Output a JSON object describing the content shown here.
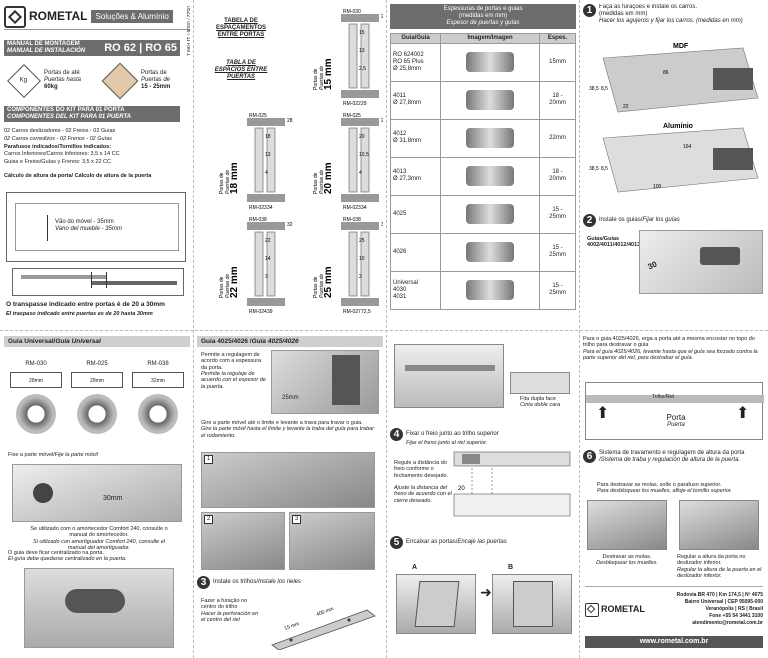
{
  "cover": {
    "brand": "ROMETAL",
    "tagline": "Soluções & Alumínio",
    "side_code": "0522 / 0808 / 11 Rev.1",
    "manual_pt": "MANUAL DE MONTAGEM",
    "manual_es": "MANUAL DE INSTALACIÓN",
    "model": "RO 62 | RO 65",
    "badge_kg": "Kg",
    "weight_pt": "Portas de até",
    "weight_es": "Puertas hasta",
    "weight_val": "60kg",
    "thick_pt": "Portas de",
    "thick_es": "Puertas de",
    "thick_val": "15 - 25mm",
    "kit_title_pt": "COMPONENTES DO KIT PARA 01 PORTA",
    "kit_title_es": "COMPONENTES DEL KIT PARA 01 PUERTA",
    "kit_items": [
      "02 Carros deslizadores - 02 Freios - 02 Guias",
      "02 Carros corredizos - 02 Frenos - 02 Guías",
      "Parafusos indicados/Tornillos indicados:",
      "Carros Inferiores/Carros Inferiores: 3,5 x 14 CC",
      "Guias e Freios/Guías y Frenos: 3,5 x 22 CC"
    ],
    "calc_title": "Cálculo de altura da porta/ Cálculo de altura de la puerta",
    "vao_pt": "Vão do móvel - 35mm",
    "vao_es": "Vano del mueble - 35mm",
    "transpasse_pt": "O transpasse indicado entre portas é de 20 a 30mm",
    "transpasse_es": "El traspaso indicado entre puertas es de 20 hasta 30mm"
  },
  "spacing": {
    "title_pt": "TABELA DE ESPAÇAMENTOS ENTRE PORTAS",
    "title_es": "TABLA DE ESPACIOS ENTRE PUERTAS",
    "diagrams": [
      {
        "top": "RM-030",
        "bottom": "RM-022",
        "size": "15 mm",
        "dims": [
          "28",
          "15",
          "13",
          "2,5"
        ],
        "base": "29"
      },
      {
        "top": "RM-025",
        "bottom": "RM-023",
        "size": "18 mm",
        "dims": [
          "28",
          "18",
          "13",
          "4"
        ],
        "base": "34"
      },
      {
        "top": "RM-025",
        "bottom": "RM-023",
        "size": "20 mm",
        "dims": [
          "28",
          "20",
          "10,5",
          "4"
        ],
        "base": "34"
      },
      {
        "top": "RM-038",
        "bottom": "RM-024",
        "size": "22 mm",
        "dims": [
          "32",
          "22",
          "14",
          "3"
        ],
        "base": "39"
      },
      {
        "top": "RM-038",
        "bottom": "RM-027",
        "size": "25 mm",
        "dims": [
          "32",
          "25",
          "10",
          "2"
        ],
        "base": "72,5"
      }
    ],
    "portas_pt": "Portas de",
    "portas_es": "Puertas de"
  },
  "thickness": {
    "title_pt": "Espessuras de portas e guias",
    "title_es": "(medidas em mm)",
    "subtitle_es": "Espesor de puertas y guías",
    "headers": [
      "Guia/Guía",
      "Imagem/Imagen",
      "Espes."
    ],
    "rows": [
      {
        "guide": "RO 624002\nRO 65 Plus\nØ 25,8mm",
        "thick": "15mm"
      },
      {
        "guide": "4011\nØ 27,8mm",
        "thick": "18 -\n20mm"
      },
      {
        "guide": "4012\nØ 31,8mm",
        "thick": "22mm"
      },
      {
        "guide": "4013\nØ 27,3mm",
        "thick": "18 -\n20mm"
      },
      {
        "guide": "4025",
        "thick": "15 -\n25mm"
      },
      {
        "guide": "4026",
        "thick": "15 -\n25mm"
      },
      {
        "guide": "Universal\n4030\n4031",
        "thick": "15 -\n25mm"
      }
    ]
  },
  "step1": {
    "num": "1",
    "text_pt": "Faça as furações e instale os carros.",
    "text_pt2": "(medidas em mm)",
    "text_es": "Hacer los agujeros y fijar los carros. (medidas en mm)",
    "mdf_label": "MDF",
    "mdf_dims": [
      "86",
      "22",
      "38,5",
      "8,5"
    ],
    "alu_label": "Alumínio",
    "alu_dims": [
      "164",
      "100",
      "38,5",
      "8,5"
    ]
  },
  "step2": {
    "num": "2",
    "text_pt": "Instale os guias/",
    "text_es": "Fijar los guías",
    "guides_label": "Guias/Guías",
    "guides_list": "4002/4011/4012/4013",
    "dim": "30"
  },
  "universal": {
    "title_pt": "Guia Universal/",
    "title_es": "Guía Universal",
    "labels": [
      "RM-030",
      "RM-025",
      "RM-038"
    ],
    "sizes": [
      "28mm",
      "28mm",
      "32mm"
    ],
    "fix_pt": "Fixe a parte móvel/",
    "fix_es": "Fije la parte móvil",
    "dim_30": "30mm",
    "comfort_pt": "Se utilizado com o amortecedor Comfort 240, consulte o manual do amortecedor.",
    "comfort_es": "Si utilizado con amortiguador Comfort 240, consulte el manual del amortiguador.",
    "center_pt": "O guia deve ficar centralizado na porta.",
    "center_es": "El guía debe quedarse centralizado en la puerta."
  },
  "guia4025": {
    "title_pt": "Guia 4025/4026 /",
    "title_es": "Guía 4025/4026",
    "desc_pt": "Permite a regulagem de acordo com a espessura da porta.",
    "desc_es": "Permite la regulaje de acuerdo con el espesor de la puerta.",
    "dim": "25mm",
    "turn_pt": "Gire a parte móvel até o limite e levante a trava para travar o guia.",
    "turn_es": "Gire la parte móvil hasta el límite y levante la traba del guía para trabar el rodamiento.",
    "steps": [
      "1",
      "2",
      "3"
    ]
  },
  "step3": {
    "num": "3",
    "text_pt": "Instale os trilhos/",
    "text_es": "Instale los rieles",
    "drill_pt": "Fazer a furação no centro do trilho",
    "drill_es": "Hacer la perforación en el centro del riel",
    "dims": [
      "15 mm",
      "400 mm"
    ]
  },
  "top_rail": {
    "tape_pt": "Fita dupla face",
    "tape_es": "Cinta doble cara"
  },
  "step4": {
    "num": "4",
    "text_pt": "Fixar o freio junto ao trilho superior",
    "text_es": "Fijar el freno junto al riel superior.",
    "adjust_pt": "Regule a distância do freio conforme o fechamento desejado.",
    "adjust_es": "Ajuste la distancia del freno de acuerdo con el cierre deseado.",
    "dim": "20"
  },
  "step5": {
    "num": "5",
    "text_pt": "Encaixar as portas/",
    "text_es": "Encaje las puertas",
    "labels": [
      "A",
      "B"
    ]
  },
  "guia_note": {
    "text_pt": "Para o guia 4025/4026, erga a porta até a mesma encostar no topo do trilho para destravar o guia",
    "text_es": "Para el guía 4025/4026, levante hasta que el guía sea forzado contra la parte superior del riel, para destrabar el guía.",
    "rail_label": "Trilho/Riel",
    "door_pt": "Porta",
    "door_es": "Puerta"
  },
  "step6": {
    "num": "6",
    "text_pt": "Sistema de travamento e regulagem de altura da porta",
    "text_es": "/Sistema de traba y regulación de altura de la puerta.",
    "desc_pt": "Para destravar as molas, solte o parafuso superior.",
    "desc_es": "Para desbloquear los muelles, afloje el tornillo superior.",
    "cap1_pt": "Destravar as molas.",
    "cap1_es": "Desbloquear los muelles.",
    "cap2_pt": "Regular a altura da porta no deslizador inferior.",
    "cap2_es": "Regular la altura de la puerta en el deslizador inferior."
  },
  "contact": {
    "brand": "ROMETAL",
    "lines": [
      "Rodovia BR 470 | Km 174,5 | Nº 4075",
      "Bairro Universal | CEP 95095-000",
      "Veranópolis | RS | Brasil",
      "Fone +55 54 3441 3100",
      "atendimento@rometal.com.br"
    ],
    "website": "www.rometal.com.br"
  }
}
